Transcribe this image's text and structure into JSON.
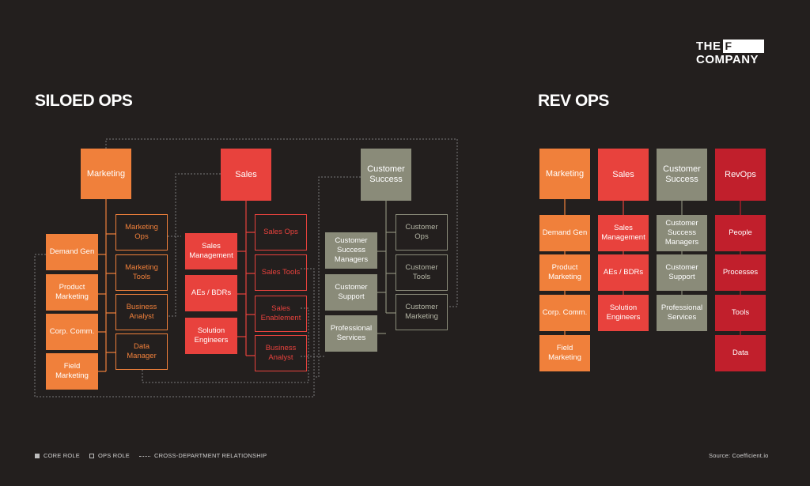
{
  "logo": {
    "line1": "THE",
    "f": "F",
    "line2": "COMPANY"
  },
  "siloed": {
    "title": "SILOED OPS",
    "marketing": "Marketing",
    "sales": "Sales",
    "cs": "Customer Success",
    "mkt_core": [
      "Demand Gen",
      "Product Marketing",
      "Corp. Comm.",
      "Field Marketing"
    ],
    "mkt_ops": [
      "Marketing Ops",
      "Marketing Tools",
      "Business Analyst",
      "Data Manager"
    ],
    "sales_core": [
      "Sales Management",
      "AEs / BDRs",
      "Solution Engineers"
    ],
    "sales_ops": [
      "Sales Ops",
      "Sales Tools",
      "Sales Enablement",
      "Business Analyst"
    ],
    "cs_core": [
      "Customer Success Managers",
      "Customer Support",
      "Professional Services"
    ],
    "cs_ops": [
      "Customer Ops",
      "Customer Tools",
      "Customer Marketing"
    ]
  },
  "revops": {
    "title": "REV OPS",
    "headers": [
      "Marketing",
      "Sales",
      "Customer Success",
      "RevOps"
    ],
    "marketing": [
      "Demand Gen",
      "Product Marketing",
      "Corp. Comm.",
      "Field Marketing"
    ],
    "sales": [
      "Sales Management",
      "AEs / BDRs",
      "Solution Engineers"
    ],
    "cs": [
      "Customer Success Managers",
      "Customer Support",
      "Professional Services"
    ],
    "revops": [
      "People",
      "Processes",
      "Tools",
      "Data"
    ]
  },
  "legend": {
    "core": "CORE ROLE",
    "ops": "OPS ROLE",
    "cross": "CROSS-DEPARTMENT RELATIONSHIP"
  },
  "source": "Source: Coefficient.io",
  "colors": {
    "background": "#231f1e",
    "marketing": "#f0803b",
    "sales": "#e8423d",
    "customer_success": "#8a8b79",
    "revops": "#c11f2c"
  }
}
